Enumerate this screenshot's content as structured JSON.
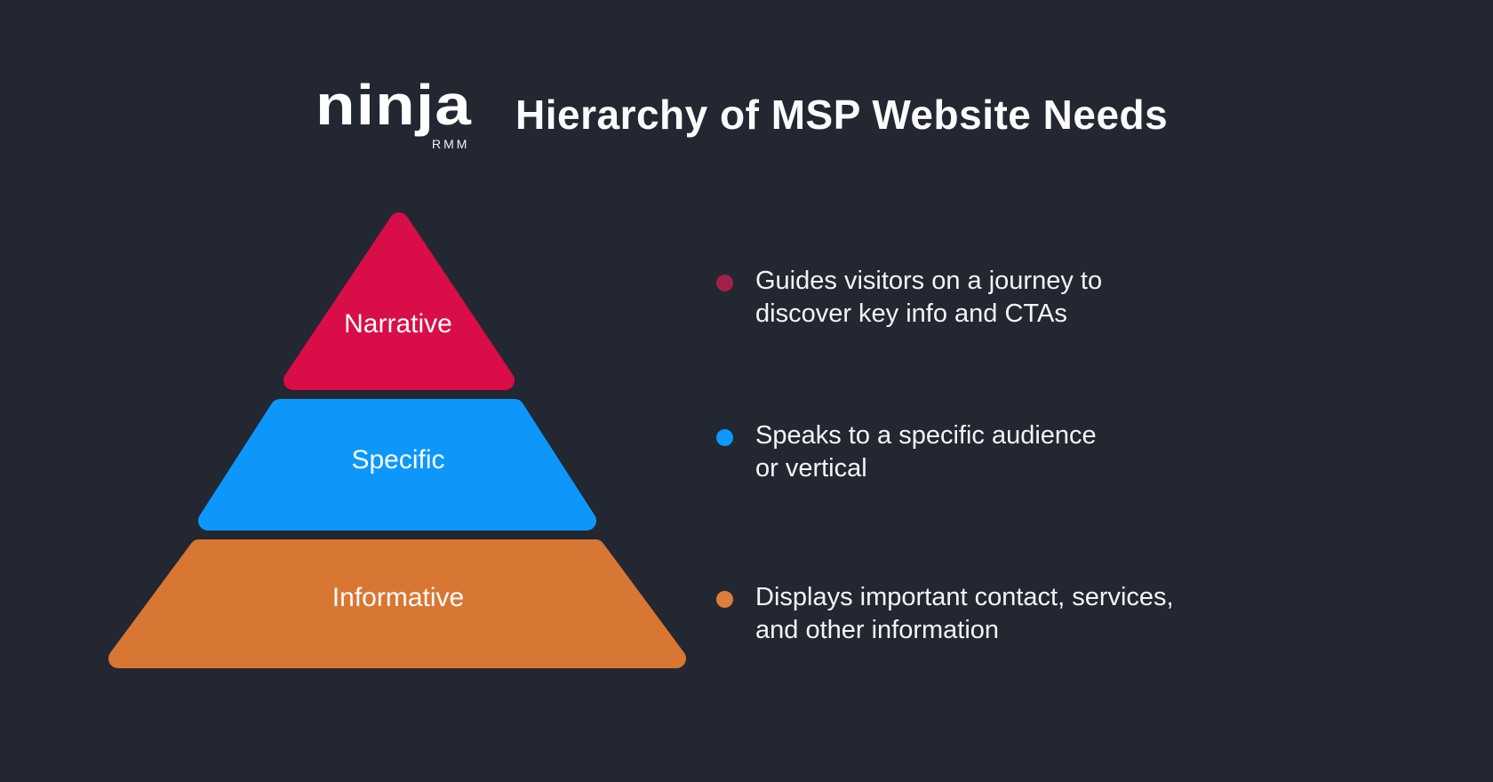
{
  "canvas": {
    "background_color": "#232731"
  },
  "logo": {
    "wordmark": "ninja",
    "subtext": "RMM"
  },
  "header": {
    "title": "Hierarchy of MSP Website Needs"
  },
  "pyramid": {
    "tiers": [
      {
        "label": "Narrative",
        "color": "#D90D47"
      },
      {
        "label": "Specific",
        "color": "#0D97FB"
      },
      {
        "label": "Informative",
        "color": "#D87733"
      }
    ]
  },
  "bullets": [
    {
      "dot_color": "#A52048",
      "lines": [
        "Guides visitors on a journey to",
        "discover key info and CTAs"
      ]
    },
    {
      "dot_color": "#0D99FF",
      "lines": [
        "Speaks to a specific audience",
        "or vertical"
      ]
    },
    {
      "dot_color": "#DE7E3C",
      "lines": [
        "Displays important contact, services,",
        "and other information"
      ]
    }
  ]
}
